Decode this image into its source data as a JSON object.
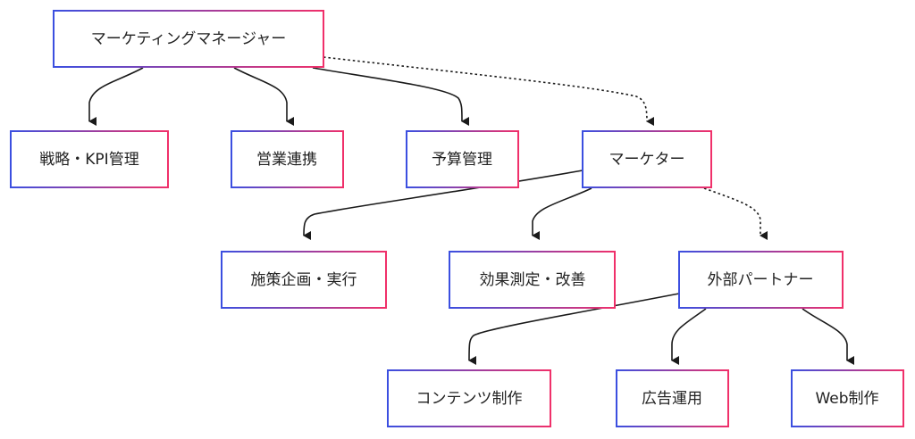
{
  "colors": {
    "border_start": "#3b4fe0",
    "border_end": "#f0306a",
    "edge": "#1a1a1a"
  },
  "nodes": {
    "marketing_manager": "マーケティングマネージャー",
    "strategy_kpi": "戦略・KPI管理",
    "sales_collab": "営業連携",
    "budget": "予算管理",
    "marketer": "マーケター",
    "planning_execution": "施策企画・実行",
    "measurement": "効果測定・改善",
    "external_partner": "外部パートナー",
    "content_production": "コンテンツ制作",
    "ad_operation": "広告運用",
    "web_production": "Web制作"
  },
  "edges": [
    {
      "from": "marketing_manager",
      "to": "strategy_kpi",
      "style": "solid"
    },
    {
      "from": "marketing_manager",
      "to": "sales_collab",
      "style": "solid"
    },
    {
      "from": "marketing_manager",
      "to": "budget",
      "style": "solid"
    },
    {
      "from": "marketing_manager",
      "to": "marketer",
      "style": "dotted"
    },
    {
      "from": "marketer",
      "to": "planning_execution",
      "style": "solid"
    },
    {
      "from": "marketer",
      "to": "measurement",
      "style": "solid"
    },
    {
      "from": "marketer",
      "to": "external_partner",
      "style": "dotted"
    },
    {
      "from": "external_partner",
      "to": "content_production",
      "style": "solid"
    },
    {
      "from": "external_partner",
      "to": "ad_operation",
      "style": "solid"
    },
    {
      "from": "external_partner",
      "to": "web_production",
      "style": "solid"
    }
  ]
}
